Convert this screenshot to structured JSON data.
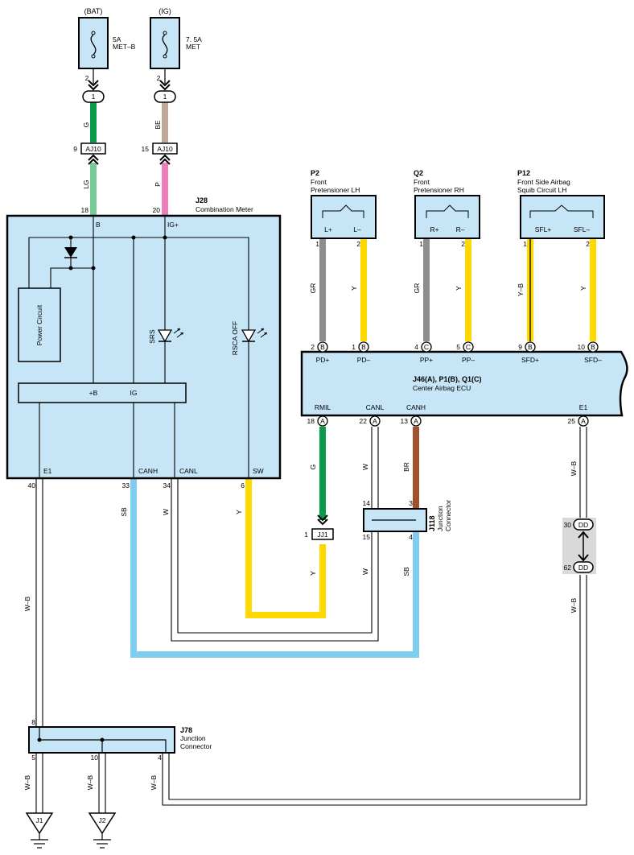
{
  "colors": {
    "component_fill": "#c6e6f7",
    "green": "#0a9a4a",
    "light_green": "#7ac998",
    "beige": "#c4a897",
    "pink": "#ec7fba",
    "gray": "#8d8d8d",
    "yellow": "#ffd800",
    "brown": "#a0522d",
    "light_blue": "#7fcef0",
    "connector_bg": "#d9d9d9"
  },
  "fuses": [
    {
      "label": "(BAT)",
      "rating": "5A",
      "name": "MET–B",
      "pin": "2",
      "connector_pin": "1",
      "wire_upper": "G",
      "junction_pin": "9",
      "junction": "AJ10",
      "wire_lower": "LG",
      "meter_pin": "18"
    },
    {
      "label": "(IG)",
      "rating": "7. 5A",
      "name": "MET",
      "pin": "2",
      "connector_pin": "1",
      "wire_upper": "BE",
      "junction_pin": "15",
      "junction": "AJ10",
      "wire_lower": "P",
      "meter_pin": "20"
    }
  ],
  "meter": {
    "code": "J28",
    "name": "Combination Meter",
    "term_b": "B",
    "term_ig": "IG+",
    "power_circuit": "Power Circuit",
    "srs": "SRS",
    "rsca_off": "RSCA OFF",
    "ig_box_b": "+B",
    "ig_box_ig": "IG",
    "bottom_terms": [
      "E1",
      "CANH",
      "CANL",
      "SW"
    ],
    "bottom_pins": [
      "40",
      "33",
      "34",
      "6"
    ],
    "bottom_wires": [
      "W–B",
      "SB",
      "W",
      "Y"
    ]
  },
  "sensors": [
    {
      "code": "P2",
      "line1": "Front",
      "line2": "Pretensioner LH",
      "t1": "L+",
      "t2": "L–",
      "p1": "1",
      "p2": "2",
      "w1": "GR",
      "w2": "Y"
    },
    {
      "code": "Q2",
      "line1": "Front",
      "line2": "Pretensioner RH",
      "t1": "R+",
      "t2": "R–",
      "p1": "1",
      "p2": "2",
      "w1": "GR",
      "w2": "Y"
    },
    {
      "code": "P12",
      "line1": "Front Side Airbag",
      "line2": "Squib Circuit LH",
      "t1": "SFL+",
      "t2": "SFL–",
      "p1": "1",
      "p2": "2",
      "w1": "Y–B",
      "w2": "Y"
    }
  ],
  "ecu": {
    "code": "J46(A), P1(B), Q1(C)",
    "name": "Center Airbag ECU",
    "top_pins": [
      {
        "num": "2",
        "conn": "B",
        "term": "PD+"
      },
      {
        "num": "1",
        "conn": "B",
        "term": "PD–"
      },
      {
        "num": "4",
        "conn": "C",
        "term": "PP+"
      },
      {
        "num": "5",
        "conn": "C",
        "term": "PP–"
      },
      {
        "num": "9",
        "conn": "B",
        "term": "SFD+"
      },
      {
        "num": "10",
        "conn": "B",
        "term": "SFD–"
      }
    ],
    "bottom_pins": [
      {
        "num": "18",
        "conn": "A",
        "term": "RMIL",
        "wire": "G"
      },
      {
        "num": "22",
        "conn": "A",
        "term": "CANL",
        "wire": "W"
      },
      {
        "num": "13",
        "conn": "A",
        "term": "CANH",
        "wire": "BR"
      },
      {
        "num": "25",
        "conn": "A",
        "term": "E1",
        "wire": "W–B"
      }
    ]
  },
  "jj1": {
    "name": "JJ1",
    "pin": "1",
    "wire": "Y"
  },
  "j118": {
    "code": "J118",
    "line1": "Junction",
    "line2": "Connector",
    "pin_tl": "14",
    "pin_tr": "3",
    "pin_bl": "15",
    "pin_br": "4",
    "wire_w": "W",
    "wire_sb": "SB"
  },
  "dd": {
    "conn": "DD",
    "pin_top": "30",
    "pin_bottom": "62",
    "wire": "W–B"
  },
  "j78": {
    "code": "J78",
    "line1": "Junction",
    "line2": "Connector",
    "pin_top": "8",
    "pin_bl": "5",
    "pin_bm": "10",
    "pin_br": "4",
    "wires": [
      "W–B",
      "W–B",
      "W–B"
    ]
  },
  "grounds": [
    "J1",
    "J2"
  ]
}
